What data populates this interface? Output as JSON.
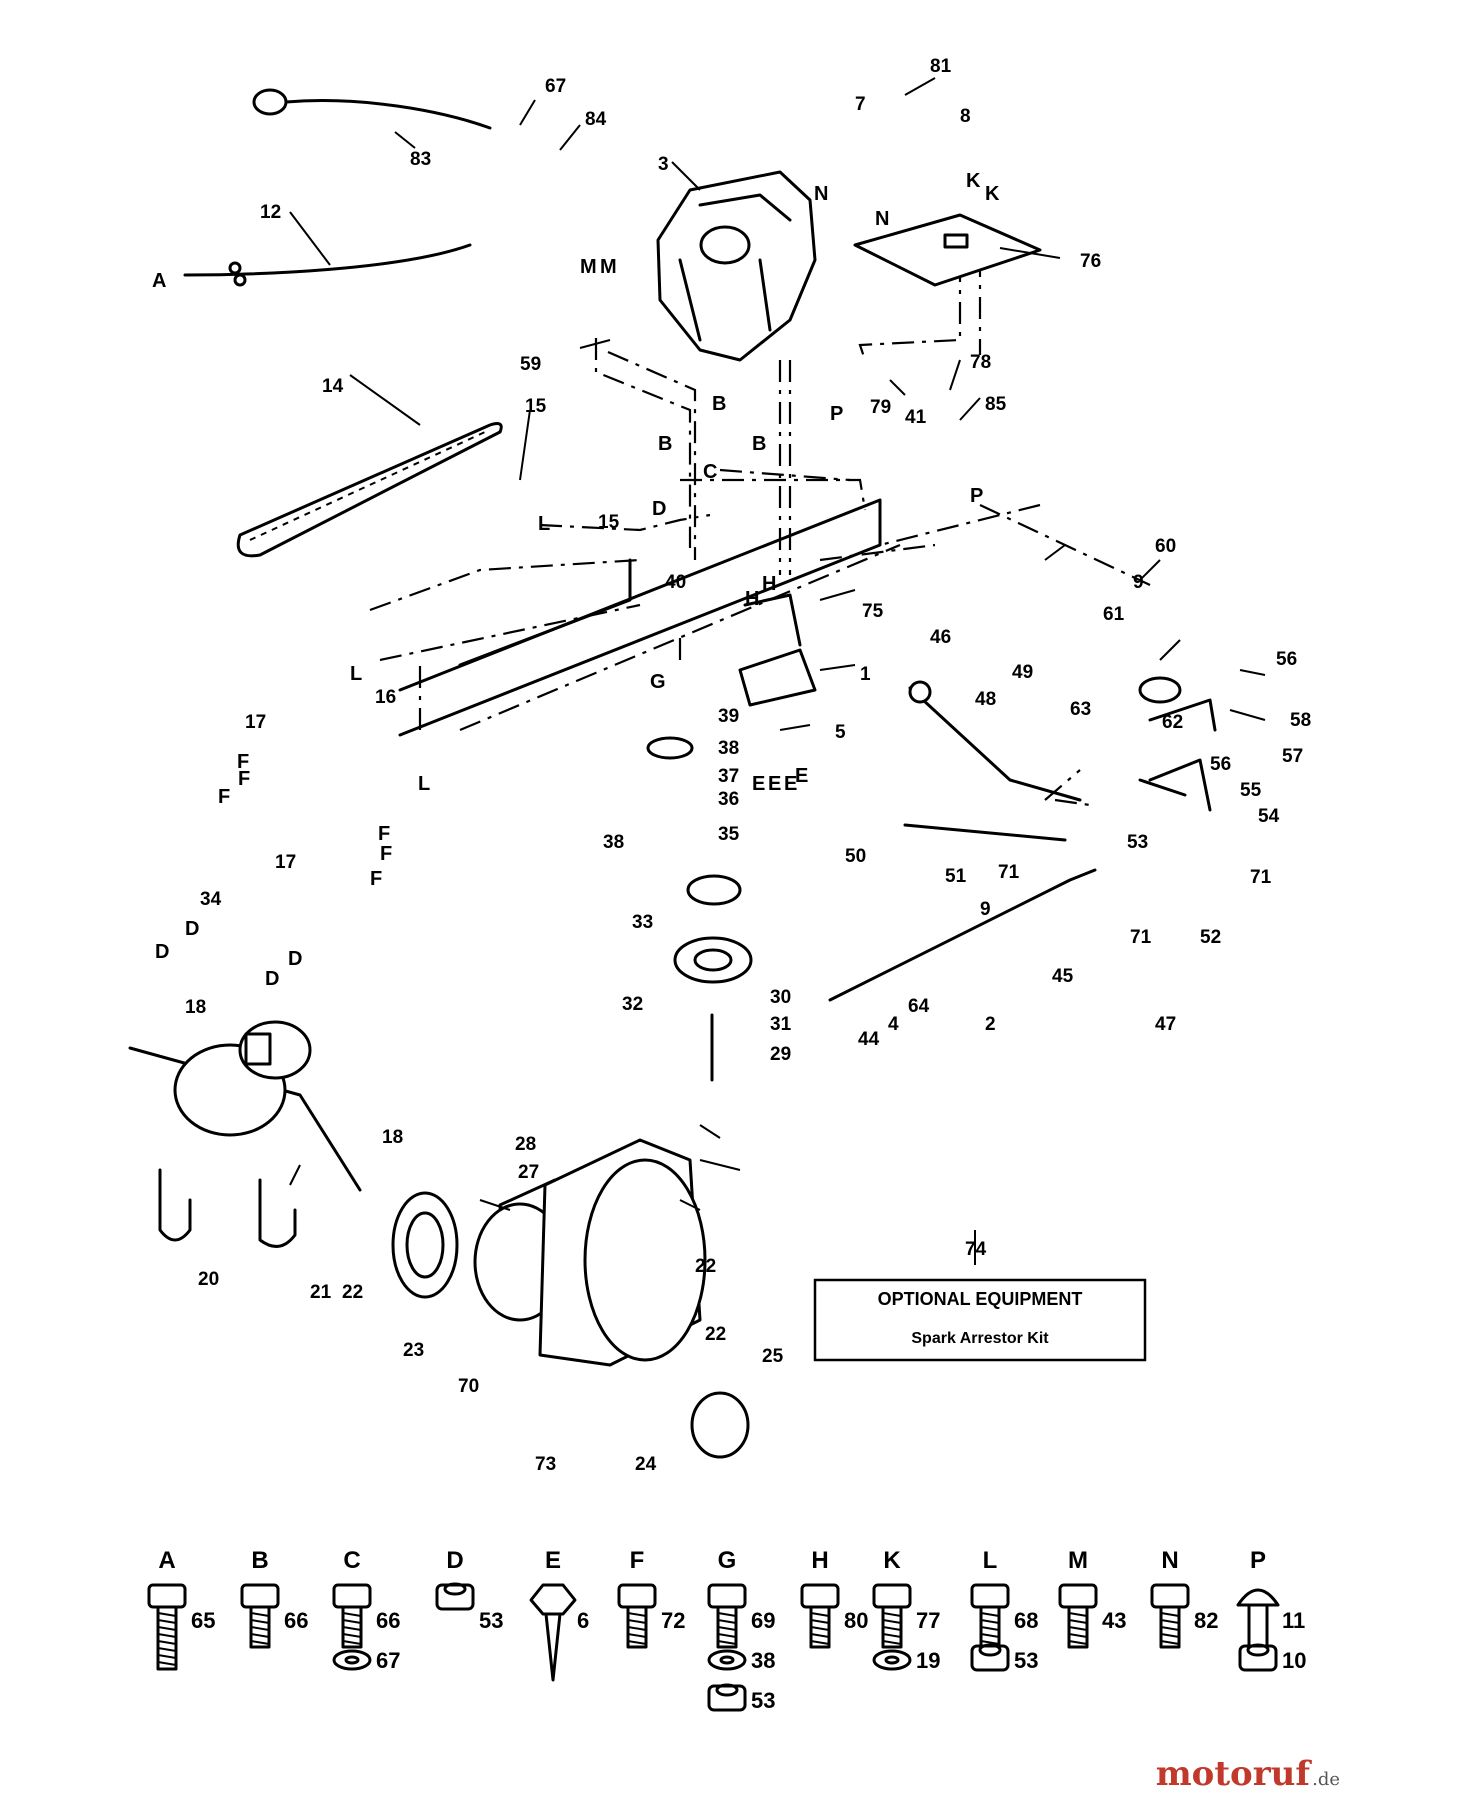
{
  "callouts": {
    "c1": "1",
    "c2": "2",
    "c3": "3",
    "c4": "4",
    "c5": "5",
    "c7": "7",
    "c8": "8",
    "c9a": "9",
    "c9b": "9",
    "c12": "12",
    "c14": "14",
    "c15a": "15",
    "c15b": "15",
    "c16": "16",
    "c17a": "17",
    "c17b": "17",
    "c18a": "18",
    "c18b": "18",
    "c20": "20",
    "c21": "21",
    "c22a": "22",
    "c22b": "22",
    "c22c": "22",
    "c23": "23",
    "c24": "24",
    "c25": "25",
    "c27": "27",
    "c28": "28",
    "c29": "29",
    "c30": "30",
    "c31": "31",
    "c32": "32",
    "c33": "33",
    "c34": "34",
    "c35": "35",
    "c36": "36",
    "c37": "37",
    "c38a": "38",
    "c38b": "38",
    "c39": "39",
    "c40": "40",
    "c41": "41",
    "c44": "44",
    "c45": "45",
    "c46": "46",
    "c47": "47",
    "c48": "48",
    "c49": "49",
    "c50": "50",
    "c51": "51",
    "c52": "52",
    "c53": "53",
    "c54": "54",
    "c55": "55",
    "c56a": "56",
    "c56b": "56",
    "c57": "57",
    "c58": "58",
    "c59": "59",
    "c60": "60",
    "c61": "61",
    "c62": "62",
    "c63": "63",
    "c64": "64",
    "c67": "67",
    "c70": "70",
    "c71a": "71",
    "c71b": "71",
    "c71c": "71",
    "c73": "73",
    "c74": "74",
    "c75": "75",
    "c76": "76",
    "c78": "78",
    "c79": "79",
    "c81": "81",
    "c83": "83",
    "c84": "84",
    "c85": "85"
  },
  "letters": {
    "A": "A",
    "B1": "B",
    "B2": "B",
    "B3": "B",
    "C": "C",
    "D1": "D",
    "D2": "D",
    "D3": "D",
    "D4": "D",
    "D5": "D",
    "E1": "E",
    "E2": "E",
    "E3": "E",
    "E4": "E",
    "F1": "F",
    "F2": "F",
    "F3": "F",
    "F4": "F",
    "F5": "F",
    "F6": "F",
    "G": "G",
    "H1": "H",
    "H2": "H",
    "K1": "K",
    "K2": "K",
    "L1": "L",
    "L2": "L",
    "L3": "L",
    "M1": "M",
    "M2": "M",
    "N1": "N",
    "N2": "N",
    "P1": "P",
    "P2": "P"
  },
  "optional_equipment": {
    "title": "OPTIONAL EQUIPMENT",
    "item": "Spark Arrestor Kit"
  },
  "hardware_legend": [
    {
      "letter": "A",
      "parts": [
        "65"
      ]
    },
    {
      "letter": "B",
      "parts": [
        "66"
      ]
    },
    {
      "letter": "C",
      "parts": [
        "66",
        "67"
      ]
    },
    {
      "letter": "D",
      "parts": [
        "53"
      ]
    },
    {
      "letter": "E",
      "parts": [
        "6"
      ]
    },
    {
      "letter": "F",
      "parts": [
        "72"
      ]
    },
    {
      "letter": "G",
      "parts": [
        "69",
        "38",
        "53"
      ]
    },
    {
      "letter": "H",
      "parts": [
        "80"
      ]
    },
    {
      "letter": "K",
      "parts": [
        "77",
        "19"
      ]
    },
    {
      "letter": "L",
      "parts": [
        "68",
        "53"
      ]
    },
    {
      "letter": "M",
      "parts": [
        "43"
      ]
    },
    {
      "letter": "N",
      "parts": [
        "82"
      ]
    },
    {
      "letter": "P",
      "parts": [
        "11",
        "10"
      ]
    }
  ],
  "watermark": {
    "brand": "motoruf",
    "tld": ".de"
  }
}
